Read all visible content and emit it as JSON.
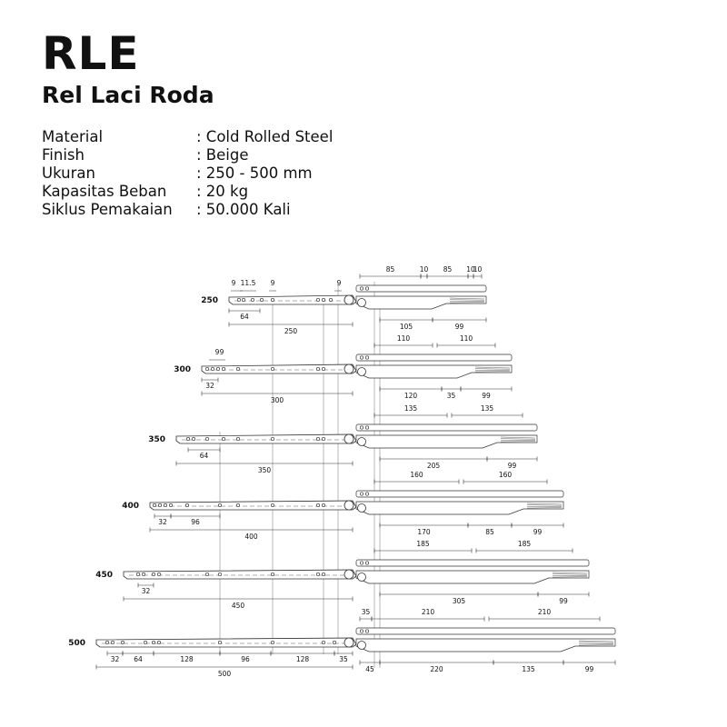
{
  "title": "RLE",
  "subtitle": "Rel Laci Roda",
  "specs": [
    {
      "label": "Material",
      "value": ": Cold Rolled Steel"
    },
    {
      "label": "Finish",
      "value": ": Beige"
    },
    {
      "label": "Ukuran",
      "value": ": 250 - 500 mm"
    },
    {
      "label": "Kapasitas Beban",
      "value": ": 20 kg"
    },
    {
      "label": "Siklus Pemakaian",
      "value": ": 50.000 Kali"
    }
  ],
  "drawing": {
    "rows": [
      {
        "size": "250",
        "left_dims": [
          "64",
          "250"
        ],
        "left_top_dims": [
          "9",
          "11.5",
          "9",
          "9"
        ],
        "right_top_dims": [
          "85",
          "10",
          "85",
          "10",
          "10"
        ],
        "right_bottom_dims": [
          "105",
          "99"
        ]
      },
      {
        "size": "300",
        "left_dims": [
          "32",
          "300"
        ],
        "left_top_dims": [
          "9",
          "9"
        ],
        "right_top_dims": [
          "110",
          "110"
        ],
        "right_bottom_dims": [
          "120",
          "35",
          "99"
        ]
      },
      {
        "size": "350",
        "left_dims": [
          "64",
          "350"
        ],
        "left_top_dims": [],
        "right_top_dims": [
          "135",
          "135"
        ],
        "right_bottom_dims": [
          "205",
          "99"
        ]
      },
      {
        "size": "400",
        "left_dims": [
          "32",
          "96",
          "400"
        ],
        "left_top_dims": [],
        "right_top_dims": [
          "160",
          "160"
        ],
        "right_bottom_dims": [
          "170",
          "85",
          "99"
        ]
      },
      {
        "size": "450",
        "left_dims": [
          "32",
          "450"
        ],
        "left_top_dims": [],
        "right_top_dims": [
          "185",
          "185"
        ],
        "right_bottom_dims": [
          "305",
          "99"
        ]
      },
      {
        "size": "500",
        "left_dims": [
          "32",
          "64",
          "128",
          "96",
          "128",
          "35",
          "500"
        ],
        "left_top_dims": [],
        "right_top_dims": [
          "35",
          "210",
          "210"
        ],
        "right_bottom_dims": [
          "45",
          "220",
          "135",
          "99"
        ]
      }
    ]
  }
}
